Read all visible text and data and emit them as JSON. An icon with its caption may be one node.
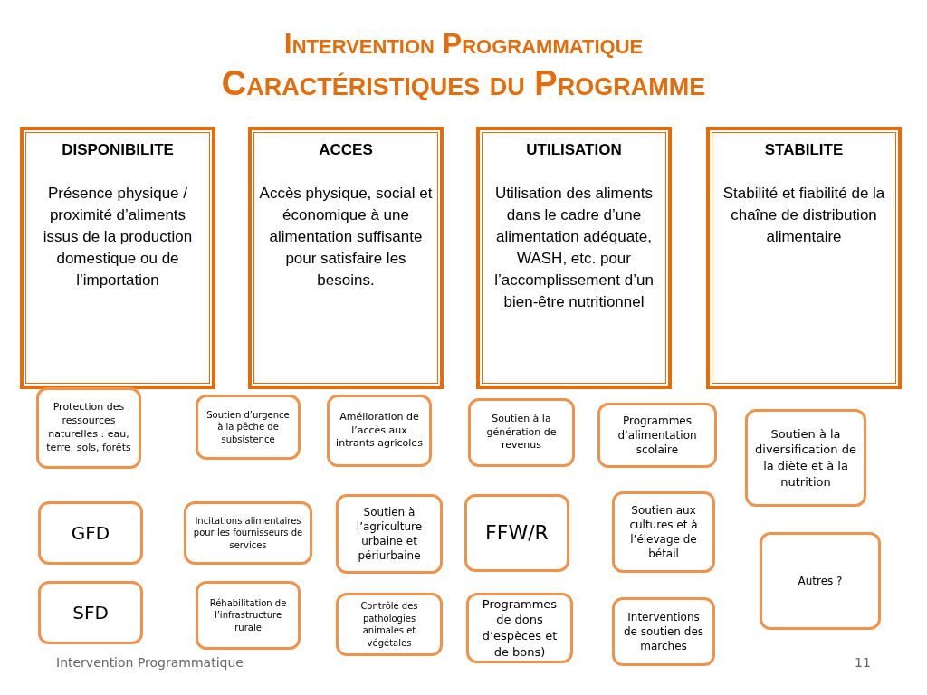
{
  "diagram": {
    "title": "Intervention Programmatique",
    "nodes": [
      {
        "text": [
          "DISPONIBILITE",
          "Présence physique / proximité d’aliments issus de la production domestique ou de l’importation"
        ]
      },
      {
        "text": [
          "ACCES",
          "Accès physique, social et économique à une alimentation suffisante pour satisfaire les besoins."
        ]
      },
      {
        "text": [
          "UTILISATION",
          "Utilisation des aliments dans le cadre d’une alimentation adéquate, WASH, etc. pour l’accomplissement d’un bien-être nutritionnel"
        ]
      },
      {
        "text": [
          "STABILITE",
          "Stabilité et fiabilité de la chaîne de distribution alimentaire"
        ]
      },
      {
        "text": [
          "Protection des ressources naturelles : eau, terre, sols, forêts"
        ]
      },
      {
        "text": [
          "Soutien d’urgence à la pêche de subsistence"
        ]
      },
      {
        "text": [
          "Amélioration de l’accès aux intrants agricoles"
        ]
      },
      {
        "text": [
          "Soutien à la génération de revenus"
        ]
      },
      {
        "text": [
          "Programmes d’alimentation scolaire"
        ]
      },
      {
        "text": [
          "Soutien à la diversification de la diète et à la nutrition"
        ]
      },
      {
        "text": [
          "GFD"
        ]
      },
      {
        "text": [
          "Incitations alimentaires pour les fournisseurs de services"
        ]
      },
      {
        "text": [
          "Soutien à l’agriculture urbaine et périurbaine"
        ]
      },
      {
        "text": [
          "FFW/R"
        ]
      },
      {
        "text": [
          "Soutien aux cultures et à l’élevage de bétail"
        ]
      },
      {
        "text": [
          "Autres ?"
        ]
      },
      {
        "text": [
          "SFD"
        ]
      },
      {
        "text": [
          "Réhabilitation de l’infrastructure rurale"
        ]
      },
      {
        "text": [
          "Contrôle des pathologies animales et végétales"
        ]
      },
      {
        "text": [
          "Programmes de dons d’espèces et de bons)"
        ]
      },
      {
        "text": [
          "Interventions de soutien des marches"
        ]
      }
    ],
    "labels": [
      "Caractéristiques du Programme",
      "Intervention Programmatique",
      "11"
    ]
  }
}
